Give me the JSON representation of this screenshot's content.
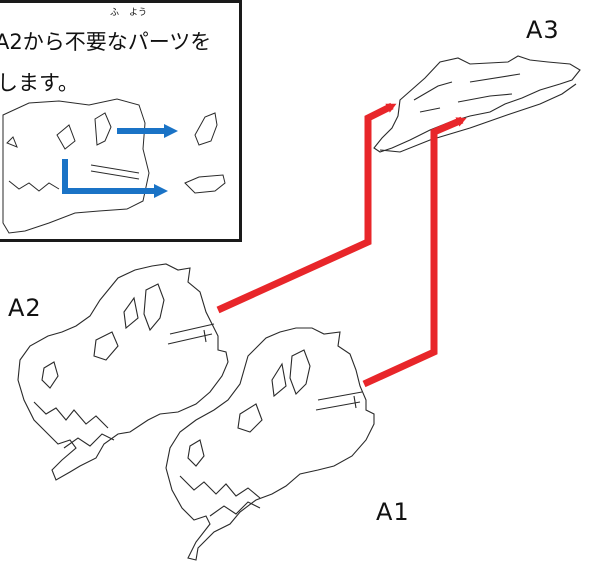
{
  "instruction": {
    "line1": "A2から不要なパーツを",
    "line2": "します。",
    "ruby_fu": "ふ",
    "ruby_you": "よう"
  },
  "labels": {
    "a3": "A3",
    "a2": "A2",
    "a1": "A1"
  },
  "colors": {
    "red_arrow": "#e8262a",
    "blue_arrow": "#1a73c6",
    "outline": "#2a2a2a"
  }
}
